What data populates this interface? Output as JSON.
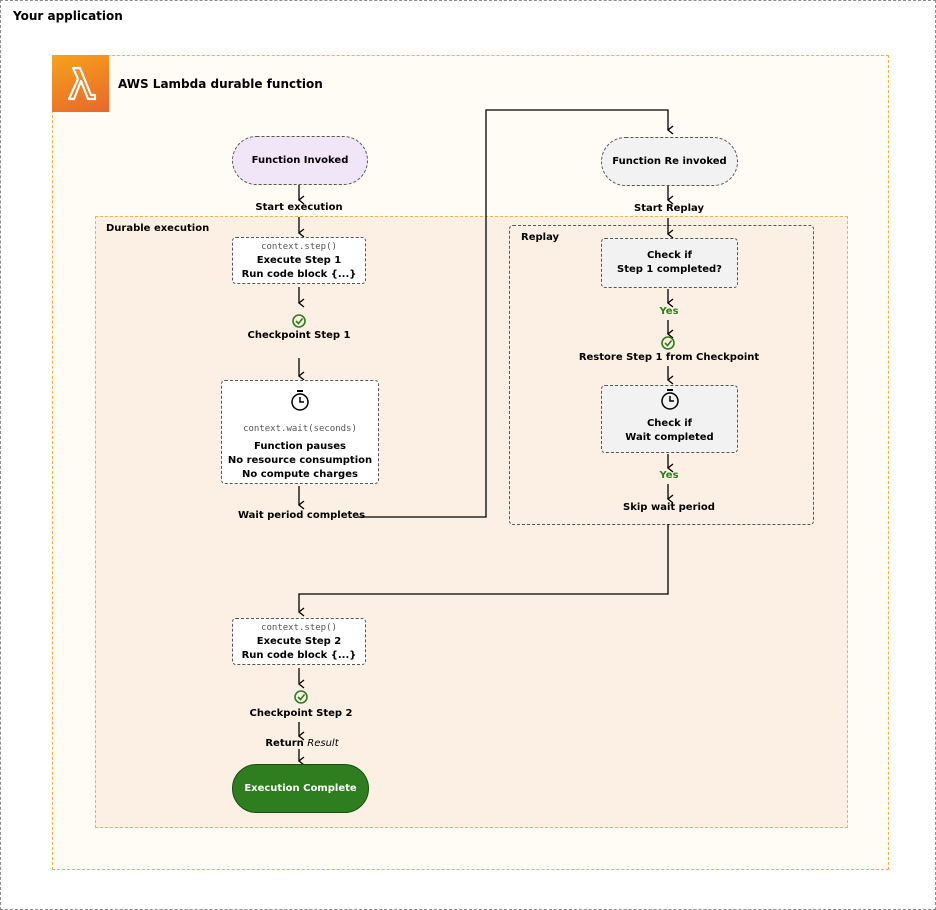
{
  "app": {
    "title": "Your application"
  },
  "lambda": {
    "title": "AWS Lambda durable function",
    "logo_icon": "lambda-icon",
    "logo_color": "#f58a1f"
  },
  "durable": {
    "title": "Durable execution"
  },
  "replay": {
    "title": "Replay"
  },
  "left_flow": {
    "invoked": "Function Invoked",
    "start": "Start execution",
    "step1": {
      "code": "context.step()",
      "line1": "Execute Step 1",
      "line2": "Run code block {...}"
    },
    "checkpoint1": "Checkpoint Step 1",
    "wait": {
      "code": "context.wait(seconds)",
      "line1": "Function pauses",
      "line2": "No resource consumption",
      "line3": "No compute charges"
    },
    "wait_done": "Wait period completes",
    "step2": {
      "code": "context.step()",
      "line1": "Execute Step 2",
      "line2": "Run code block {...}"
    },
    "checkpoint2": "Checkpoint Step 2",
    "return_label": "Return",
    "return_value": "Result",
    "complete": "Execution Complete"
  },
  "right_flow": {
    "reinvoked": "Function Re invoked",
    "start": "Start Replay",
    "check1": {
      "line1": "Check if",
      "line2": "Step 1 completed?"
    },
    "yes1": "Yes",
    "restore": "Restore Step 1 from Checkpoint",
    "check2": {
      "line1": "Check if",
      "line2": "Wait completed"
    },
    "yes2": "Yes",
    "skip": "Skip wait period"
  },
  "colors": {
    "success": "#2e7d1f",
    "invoked": "#f1e6f8",
    "dashed_orange": "#f5b041"
  }
}
